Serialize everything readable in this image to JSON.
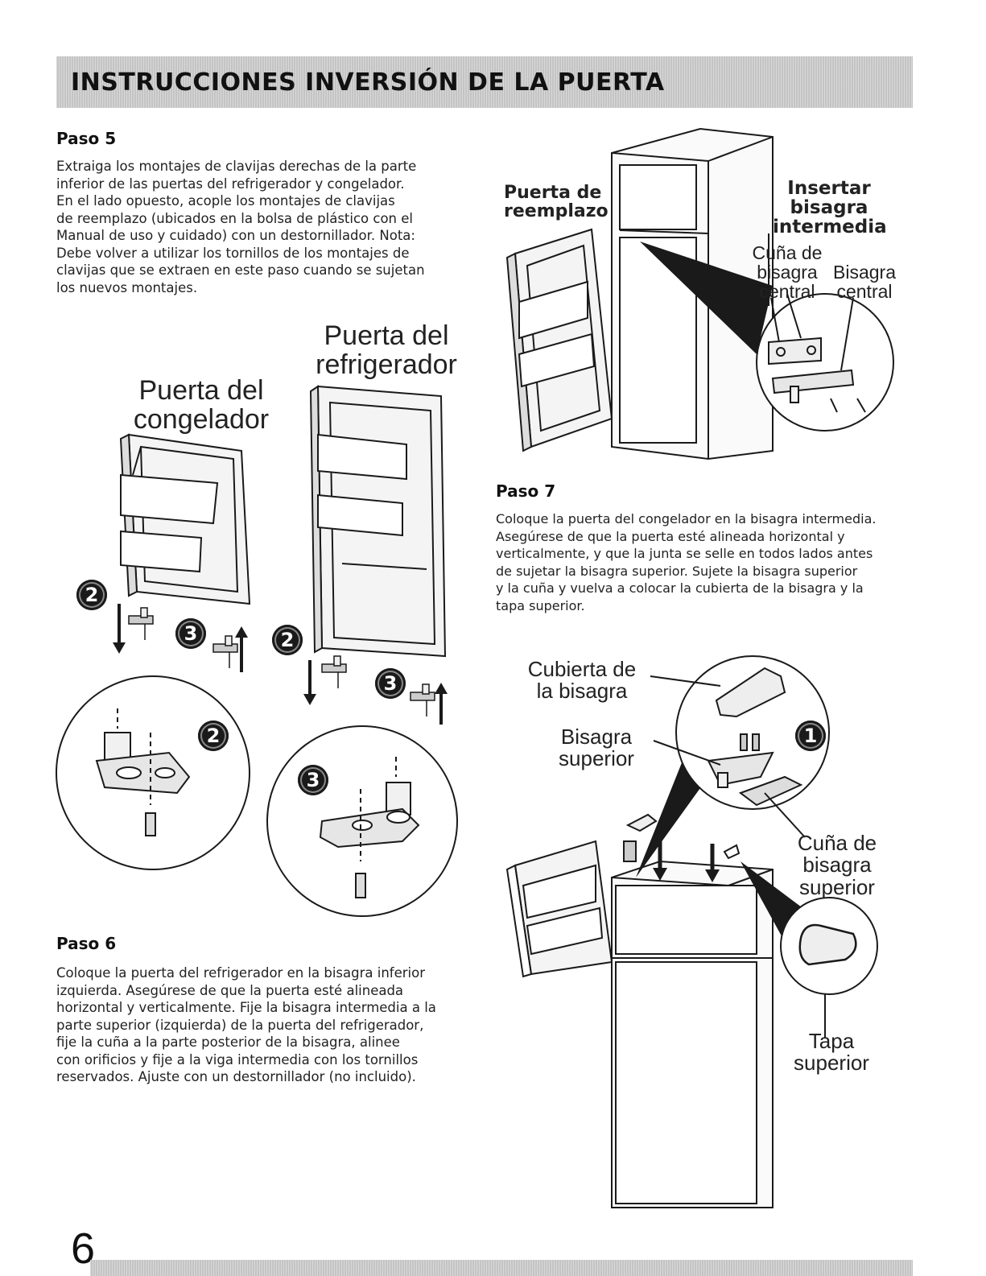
{
  "header": {
    "title": "INSTRUCCIONES INVERSIÓN DE LA PUERTA"
  },
  "step5": {
    "heading": "Paso 5",
    "lines": [
      "Extraiga los montajes de clavijas derechas de la parte",
      "inferior de las puertas del refrigerador y congelador.",
      "En el lado opuesto, acople los montajes de clavijas",
      "de reemplazo (ubicados en la bolsa de plástico con el",
      "Manual de uso y cuidado) con un destornillador. Nota:",
      "Debe volver a utilizar los tornillos de los montajes de",
      "clavijas que se extraen en este paso cuando se sujetan",
      "los nuevos montajes."
    ],
    "label_refrigerator": [
      "Puerta del",
      "refrigerador"
    ],
    "label_freezer": [
      "Puerta del",
      "congelador"
    ],
    "badges": [
      "2",
      "3",
      "2",
      "3",
      "2",
      "3"
    ]
  },
  "step6": {
    "heading": "Paso 6",
    "lines": [
      "Coloque la puerta del refrigerador en la bisagra inferior",
      "izquierda. Asegúrese de que la puerta esté alineada",
      "horizontal y verticalmente. Fije la bisagra intermedia a la",
      "parte superior (izquierda) de la puerta del refrigerador,",
      "fije la cuña a la parte posterior de la bisagra, alinee",
      "con orificios y fije a la viga intermedia con los tornillos",
      "reservados. Ajuste con un destornillador (no incluido)."
    ],
    "label_replacement": [
      "Puerta de",
      "reemplazo"
    ],
    "label_insert": [
      "Insertar",
      "bisagra",
      "intermedia"
    ],
    "label_wedge": [
      "Cuña de",
      "bisagra",
      "central"
    ],
    "label_hinge": [
      "Bisagra",
      "central"
    ]
  },
  "step7": {
    "heading": "Paso 7",
    "lines": [
      "Coloque la puerta del congelador en la bisagra intermedia.",
      "Asegúrese de que la puerta esté alineada horizontal y",
      "verticalmente, y que la junta se selle en todos lados antes",
      "de sujetar la bisagra superior. Sujete la bisagra superior",
      "y la cuña y vuelva a colocar la cubierta de la bisagra y la",
      "tapa superior."
    ],
    "label_cover": [
      "Cubierta de",
      "la bisagra"
    ],
    "label_top_hinge": [
      "Bisagra",
      "superior"
    ],
    "label_top_wedge": [
      "Cuña de",
      "bisagra",
      "superior"
    ],
    "label_top_cap": [
      "Tapa",
      "superior"
    ],
    "badge": "1"
  },
  "footer": {
    "page_number": "6"
  }
}
